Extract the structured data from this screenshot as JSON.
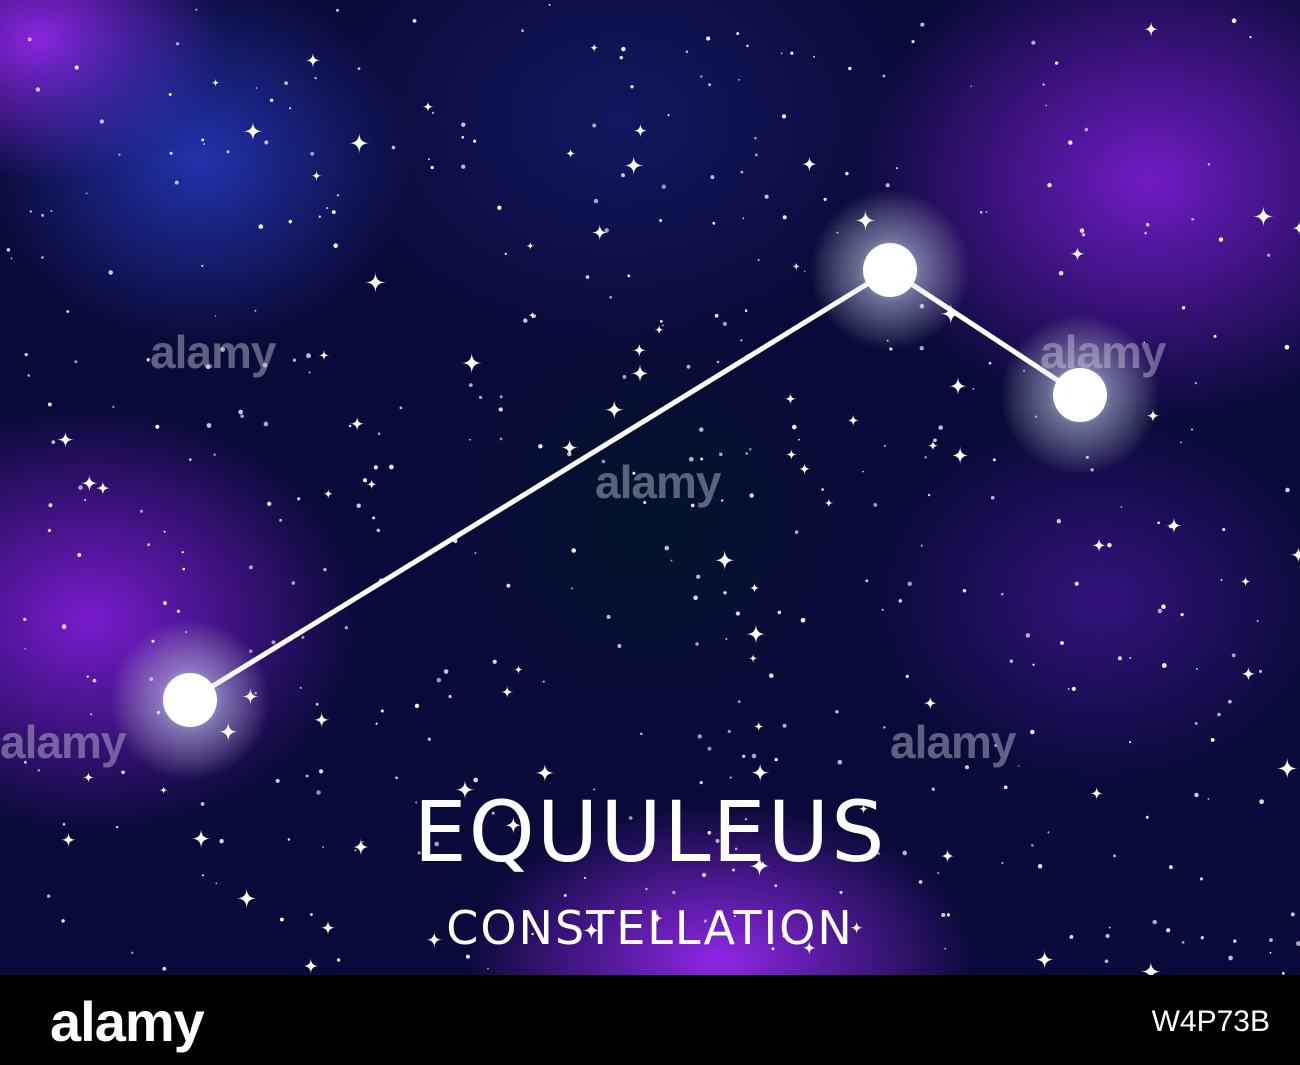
{
  "title": "EQUULEUS",
  "subtitle": "CONSTELLATION",
  "watermark_text": "alamy",
  "footer": {
    "logo": "alamy",
    "image_id": "W4P73B"
  },
  "colors": {
    "background": "#0a0a3a",
    "accent_purple": "#8c1ee6",
    "star": "#ffffff"
  },
  "constellation": {
    "name": "Equuleus",
    "star_count": 3
  }
}
